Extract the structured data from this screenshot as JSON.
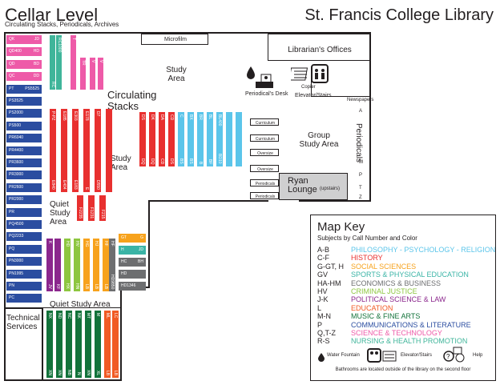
{
  "header": {
    "title": "Cellar Level",
    "subtitle": "Circulating Stacks, Periodicals, Archives",
    "library": "St. Francis College Library"
  },
  "rooms": {
    "microfilm": "Microfilm",
    "librarians": "Librarian's Offices",
    "copier": "Copier",
    "newspapers": "Newspapers",
    "periodicals_desk": "Periodical's Desk",
    "elevator": "Elevator/Stairs",
    "study_area_1": "Study\nArea",
    "study_area_2": "Study\nArea",
    "circulating": "Circulating\nStacks",
    "group_study": "Group\nStudy Area",
    "periodicals": "Periodicals",
    "ryan": "Ryan\nLounge",
    "ryan_note": "(upstairs)",
    "quiet_study": "Quiet\nStudy\nArea",
    "quiet_study_2": "Quiet Study Area",
    "technical": "Technical\nServices",
    "shelves": [
      "Curriculum",
      "Curriculum",
      "Oversize",
      "Oversize",
      "Periodicals",
      "Periodicals"
    ],
    "periodical_letters": [
      "A",
      "M",
      "P",
      "T",
      "Z"
    ]
  },
  "stack_labels": {
    "left_column": [
      "QK",
      "QD400",
      "QD",
      "QC",
      "PT",
      "PS3525",
      "PS2000",
      "PS500",
      "PR6040",
      "PR4400",
      "PR3600",
      "PR3000",
      "PR2600",
      "PR2000",
      "PR",
      "PQ4500",
      "PQ2233",
      "PQ",
      "PN3000",
      "PN1995",
      "PN",
      "PC"
    ],
    "left_column_r": [
      "JD",
      "HD",
      "BD",
      "DD",
      "PS5525",
      "",
      "",
      "",
      "",
      "",
      "",
      "",
      "",
      "",
      "",
      "",
      "",
      "",
      "",
      "",
      "",
      ""
    ],
    "teal": [
      "RC1000",
      "RC"
    ],
    "pink": [
      "T",
      "TR",
      "V",
      "V"
    ],
    "red_main": [
      "P-PZ",
      "E185",
      "E303",
      "E178",
      "D7"
    ],
    "red_main_b": [
      "E840",
      "E404",
      "E183",
      "E",
      "D550"
    ],
    "red_2": [
      "DS",
      "DK",
      "DA",
      "CD"
    ],
    "red_2b": [
      "DQ",
      "DQ",
      "CD",
      "DS"
    ],
    "red_small": [
      "F2235",
      "F1231",
      "F215"
    ],
    "blue": [
      "C",
      "BX",
      "BR",
      "BL",
      "BL400"
    ],
    "blue_b": [
      "BS",
      "BS",
      "B",
      "BF",
      "BD10"
    ],
    "purple": [
      "K",
      "KF"
    ],
    "green": [
      "HD",
      "HV",
      "HN2000"
    ],
    "orange": [
      "HG",
      "HJ",
      "HF",
      "LB"
    ],
    "grey_right": [
      "GT",
      "H",
      "HC",
      "HD",
      "HD1346"
    ],
    "grey_right_b": [
      "G",
      "JD",
      "BH",
      "",
      ""
    ],
    "bottom": [
      "NX",
      "ND",
      "NC",
      "NK",
      "MT",
      "M",
      "ML",
      "LC"
    ],
    "bottom_b": [
      "XN",
      "XN",
      "NB",
      "N",
      "XN",
      "XL",
      "LB",
      "LB"
    ]
  },
  "key": {
    "title": "Map Key",
    "subtitle": "Subjects by Call Number and Color",
    "rows": [
      {
        "code": "A-B",
        "subject": "PHILOSOPHY - PSYCHOLOGY - RELIGION",
        "color": "#5bc5ea"
      },
      {
        "code": "C-F",
        "subject": "HISTORY",
        "color": "#e8302f"
      },
      {
        "code": "G-GT, H",
        "subject": "SOCIAL SCIENCES",
        "color": "#f7a21c"
      },
      {
        "code": "GV",
        "subject": "SPORTS & PHYSICAL EDUCATION",
        "color": "#3ab4a6"
      },
      {
        "code": "HA-HM",
        "subject": "ECONOMICS & BUSINESS",
        "color": "#6d6e70"
      },
      {
        "code": "HV",
        "subject": "CRIMINAL JUSTICE",
        "color": "#8dc63f"
      },
      {
        "code": "J-K",
        "subject": "POLITICAL SCIENCE & LAW",
        "color": "#8b278d"
      },
      {
        "code": "L",
        "subject": "EDUCATION",
        "color": "#f15a24"
      },
      {
        "code": "M-N",
        "subject": "MUSIC & FINE ARTS",
        "color": "#12723a"
      },
      {
        "code": "P",
        "subject": "COMMUNICATIONS & LITERATURE",
        "color": "#2b4da0"
      },
      {
        "code": "Q,T-Z",
        "subject": "SCIENCE & TECHNOLOGY",
        "color": "#ee5aa8"
      },
      {
        "code": "R-S",
        "subject": "NURSING & HEALTH PROMOTION",
        "color": "#3fb59a"
      }
    ],
    "water": "Water Fountain",
    "elevator": "Elevator/Stairs",
    "help": "Help",
    "note": "Bathrooms are located outside of the library on the second floor"
  },
  "colors": {
    "philosophy": "#5bc5ea",
    "history": "#e8302f",
    "social": "#f7a21c",
    "sports": "#3ab4a6",
    "econ": "#6d6e70",
    "crim": "#8dc63f",
    "polisci": "#8b278d",
    "edu": "#f15a24",
    "music": "#12723a",
    "comm": "#2b4da0",
    "science": "#ee5aa8",
    "nursing": "#3fb59a"
  }
}
